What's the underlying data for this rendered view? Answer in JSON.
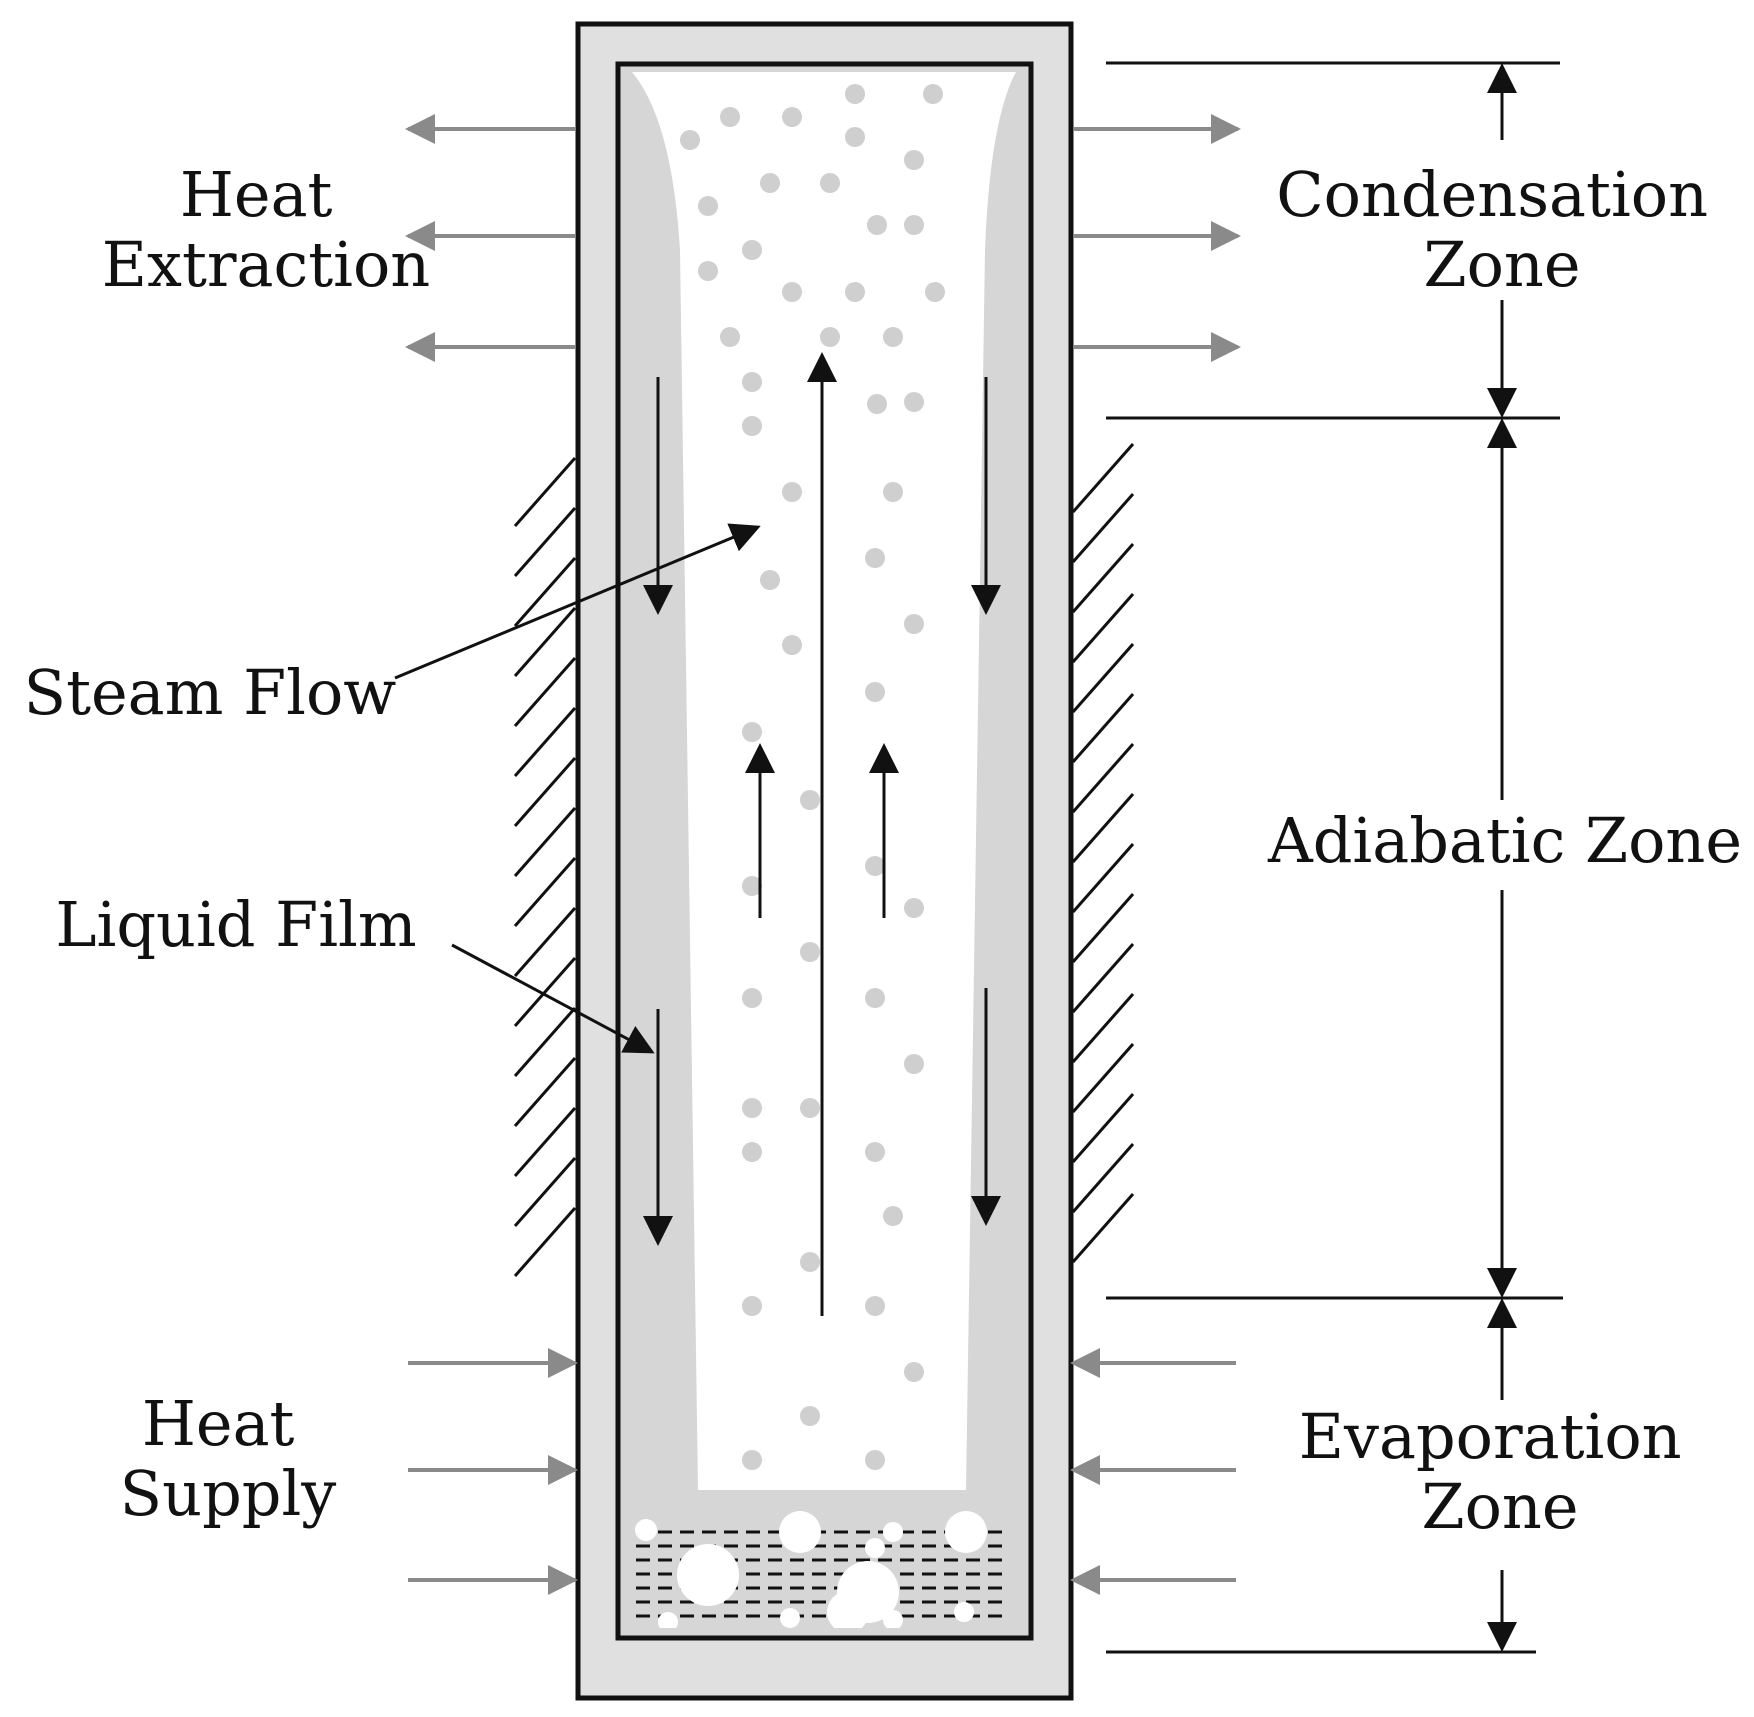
{
  "labels": {
    "heat_extraction": [
      "Heat",
      "Extraction"
    ],
    "condensation_zone": [
      "Condensation",
      "Zone"
    ],
    "steam_flow": "Steam Flow",
    "adiabatic_zone": "Adiabatic Zone",
    "liquid_film": "Liquid Film",
    "heat_supply": [
      "Heat",
      "Supply"
    ],
    "evaporation_zone": [
      "Evaporation",
      "Zone"
    ]
  },
  "colors": {
    "outline": "#111111",
    "wall": "#e0e0e0",
    "liquid": "#d6d6d6",
    "vapor": "#ffffff",
    "droplet": "#cfcfcf",
    "heat_arrow": "#8a8a8a"
  }
}
